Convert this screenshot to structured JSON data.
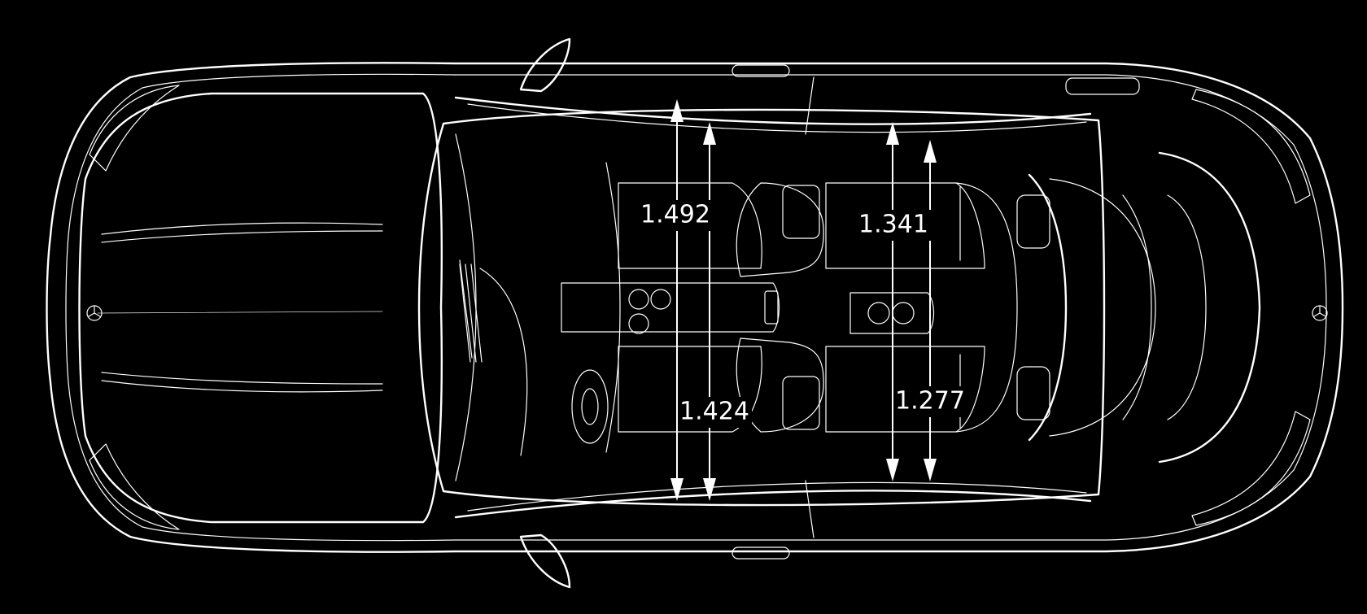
{
  "diagram": {
    "background_color": "#000000",
    "line_color": "#ffffff",
    "dimensions": [
      {
        "id": "front-shoulder-room",
        "value": "1.492"
      },
      {
        "id": "front-hip-room",
        "value": "1.424"
      },
      {
        "id": "rear-shoulder-room",
        "value": "1.341"
      },
      {
        "id": "rear-hip-room",
        "value": "1.277"
      }
    ],
    "icons": [
      "mercedes-star-icon",
      "mercedes-star-icon"
    ]
  }
}
